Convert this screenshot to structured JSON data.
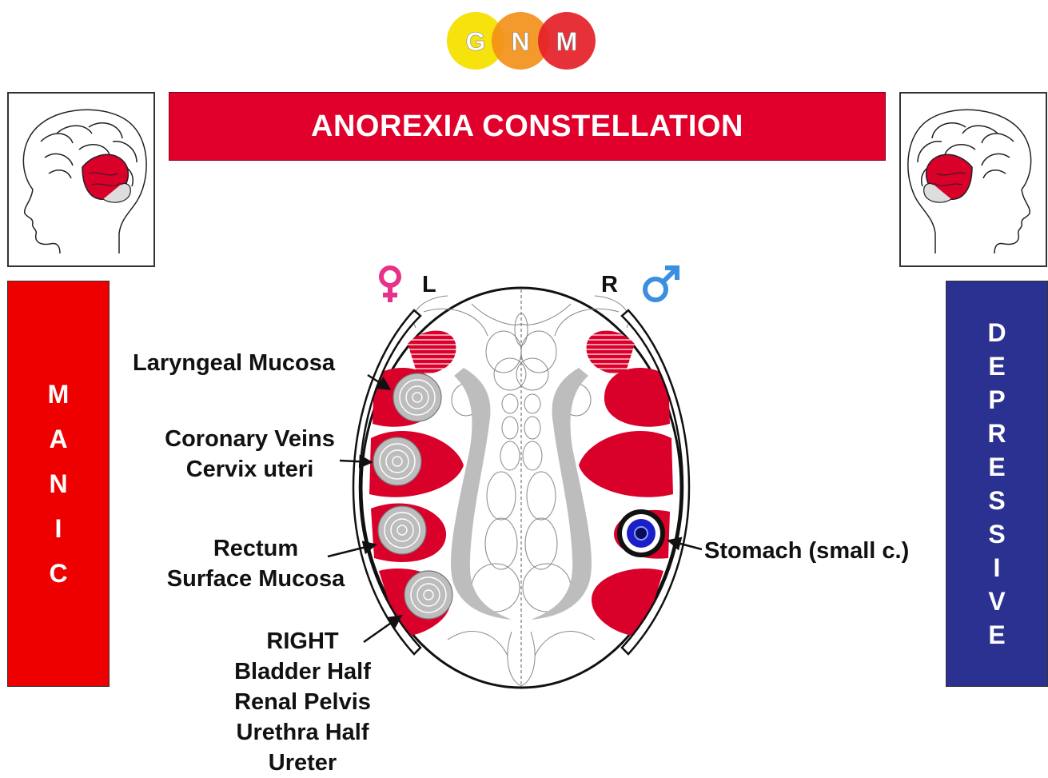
{
  "logo": {
    "letters": [
      "G",
      "N",
      "M"
    ],
    "colors": [
      "#f5e000",
      "#f39019",
      "#e52027"
    ]
  },
  "title": "ANOREXIA CONSTELLATION",
  "manic": {
    "letters": [
      "M",
      "A",
      "N",
      "I",
      "C"
    ]
  },
  "depressive": {
    "letters": [
      "D",
      "E",
      "P",
      "R",
      "E",
      "S",
      "S",
      "I",
      "V",
      "E"
    ]
  },
  "side_left": "L",
  "side_right": "R",
  "labels": {
    "laryngeal": "Laryngeal Mucosa",
    "coronary": [
      "Coronary Veins",
      "Cervix uteri"
    ],
    "rectum": [
      "Rectum",
      "Surface Mucosa"
    ],
    "bladder": [
      "RIGHT",
      "Bladder Half",
      "Renal Pelvis",
      "Urethra Half",
      "Ureter"
    ],
    "stomach": "Stomach (small c.)"
  },
  "colors": {
    "title_bg": "#e1002b",
    "manic_bg": "#ee0000",
    "depressive_bg": "#2b3191",
    "relay_red": "#d9002a",
    "female_symbol": "#e8318a",
    "male_symbol": "#3a8fde"
  },
  "icons": [
    "female-symbol-icon",
    "male-symbol-icon",
    "brain-head-icon"
  ]
}
